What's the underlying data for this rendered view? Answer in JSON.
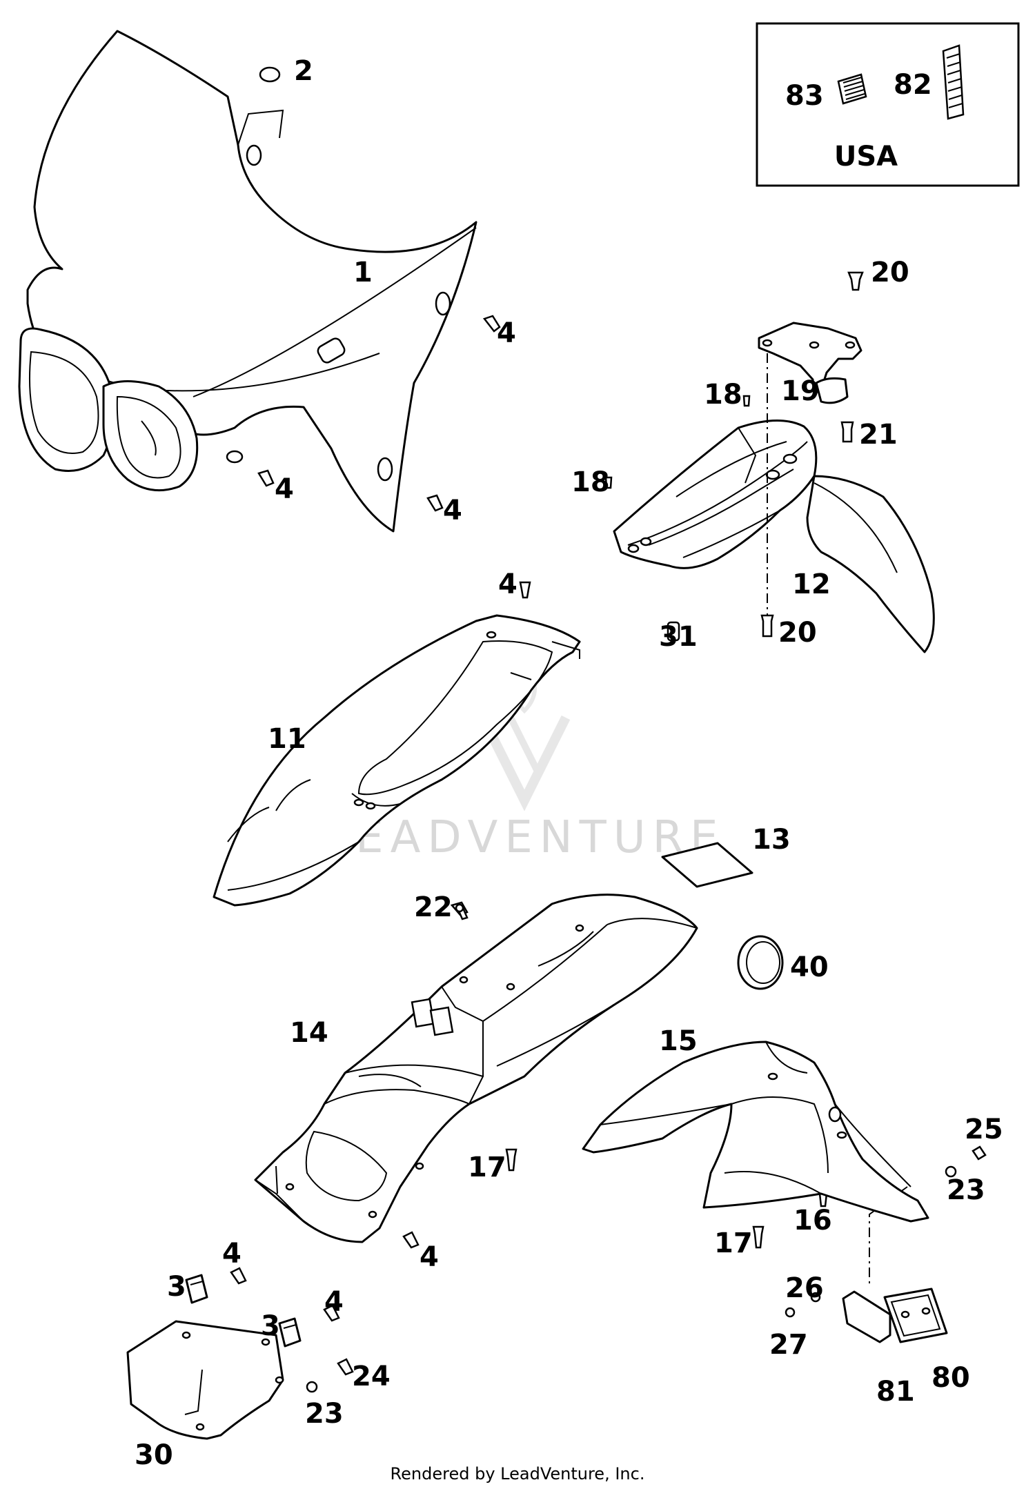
{
  "callouts": {
    "c1": "1",
    "c2": "2",
    "c3a": "3",
    "c3b": "3",
    "c4a": "4",
    "c4b": "4",
    "c4c": "4",
    "c4d": "4",
    "c4e": "4",
    "c4f": "4",
    "c4g": "4",
    "c11": "11",
    "c12": "12",
    "c13": "13",
    "c14": "14",
    "c15": "15",
    "c16": "16",
    "c17a": "17",
    "c17b": "17",
    "c18a": "18",
    "c18b": "18",
    "c19": "19",
    "c20a": "20",
    "c20b": "20",
    "c21": "21",
    "c22": "22",
    "c23a": "23",
    "c23b": "23",
    "c24": "24",
    "c25": "25",
    "c26": "26",
    "c27": "27",
    "c30": "30",
    "c31": "31",
    "c40": "40",
    "c80": "80",
    "c81": "81",
    "c82": "82",
    "c83": "83"
  },
  "inset": {
    "region_label": "USA"
  },
  "watermark": {
    "text": "LEADVENTURE"
  },
  "footer": {
    "credit": "Rendered by LeadVenture, Inc."
  }
}
